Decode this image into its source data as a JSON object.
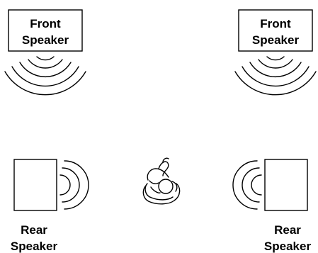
{
  "speakers": {
    "front_left": {
      "line1": "Front",
      "line2": "Speaker"
    },
    "front_right": {
      "line1": "Front",
      "line2": "Speaker"
    },
    "rear_left": {
      "line1": "Rear",
      "line2": "Speaker"
    },
    "rear_right": {
      "line1": "Rear",
      "line2": "Speaker"
    }
  },
  "colors": {
    "line": "#000000",
    "background": "#ffffff"
  },
  "icons": {
    "listener": "listener-icon",
    "sound_waves": "sound-wave-icon"
  }
}
